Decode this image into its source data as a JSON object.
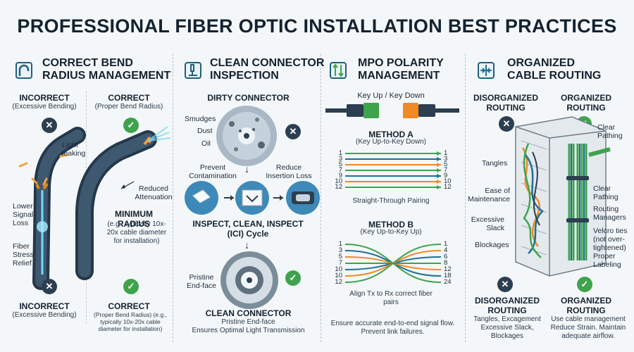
{
  "title": "PROFESSIONAL FIBER OPTIC INSTALLATION BEST PRACTICES",
  "colors": {
    "good": "#3fa34d",
    "bad": "#2c3e50",
    "accent": "#1f6f96",
    "fiber_glow": "#52c8f0"
  },
  "bend": {
    "title_line1": "CORRECT BEND",
    "title_line2": "RADIUS MANAGEMENT",
    "icon": "bend-icon",
    "incorrect_top": "INCORRECT",
    "incorrect_top_sub": "(Excessive Bending)",
    "correct_top": "CORRECT",
    "correct_top_sub": "(Proper Bend Radius)",
    "light_leaking": "Light leaking",
    "lower_signal_loss": "Lower Signal Loss",
    "fiber_stress": "Fiber Stress Relief",
    "reduced_attenuation": "Reduced Attenuation",
    "min_radius_title": "MINIMUM RADIUS",
    "min_radius_desc": "(e.g., typically 10x-20x cable diameter for installation)",
    "incorrect_bottom": "INCORRECT",
    "incorrect_bottom_sub": "(Excessive Bending)",
    "correct_bottom": "CORRECT",
    "correct_bottom_sub": "(Proper Bend Radius) (e.g., typically 10x-20x cable diameter for installation)"
  },
  "inspection": {
    "title_line1": "CLEAN CONNECTOR",
    "title_line2": "INSPECTION",
    "icon": "microscope-icon",
    "dirty": "DIRTY CONNECTOR",
    "smudges": "Smudges",
    "dust": "Dust",
    "oil": "Oil",
    "prevent": "Prevent Contamination",
    "reduce": "Reduce Insertion Loss",
    "cycle": "INSPECT, CLEAN, INSPECT (ICI) Cycle",
    "pristine": "Pristine End-face",
    "clean": "CLEAN CONNECTOR",
    "clean_sub1": "Pristine End-face",
    "clean_sub2": "Ensures Optimal Light Transmission"
  },
  "mpo": {
    "title_line1": "MPO POLARITY",
    "title_line2": "MANAGEMENT",
    "icon": "polarity-icon",
    "key_label": "Key Up / Key Down",
    "method_a": "METHOD A",
    "method_a_sub": "(Key Up-to-Key Down)",
    "a_left": [
      "1",
      "3",
      "5",
      "7",
      "9",
      "10",
      "12"
    ],
    "a_right": [
      "1",
      "3",
      "5",
      "7",
      "9",
      "10",
      "12"
    ],
    "a_caption": "Straight-Through Pairing",
    "method_b": "METHOD B",
    "method_b_sub": "(Key Up-to-Key Up)",
    "b_left": [
      "1",
      "3",
      "5",
      "7",
      "10",
      "10",
      "12"
    ],
    "b_right": [
      "1",
      "4",
      "6",
      "8",
      "12",
      "18",
      "24"
    ],
    "b_caption": "Align Tx to Rx correct fiber pairs",
    "footer1": "Ensure accurate end-to-end signal flow.",
    "footer2": "Prevent link failures."
  },
  "routing": {
    "title_line1": "ORGANIZED",
    "title_line2": "CABLE ROUTING",
    "icon": "routing-icon",
    "disorg_top": "DISORGANIZED ROUTING",
    "org_top": "ORGANIZED ROUTING",
    "tangles": "Tangles",
    "ease": "Ease of Maintenance",
    "excessive_slack": "Excessive Slack",
    "blockages": "Blockages",
    "clear_pathing_top": "Clear Pathing",
    "clear_pathing": "Clear Pathing",
    "routing_managers": "Routing Managers",
    "velcro": "Velcro ties (not over-tightened)",
    "proper_labeling": "Proper Labeling",
    "disorg_bottom": "DISORGANIZED ROUTING",
    "disorg_bottom_sub": "Tangles, Excagement Excessive Slack, Blockages",
    "org_bottom": "ORGANIZED ROUTING",
    "org_bottom_sub": "Use cable management Reduce Strain. Maintain adequate airflow."
  }
}
